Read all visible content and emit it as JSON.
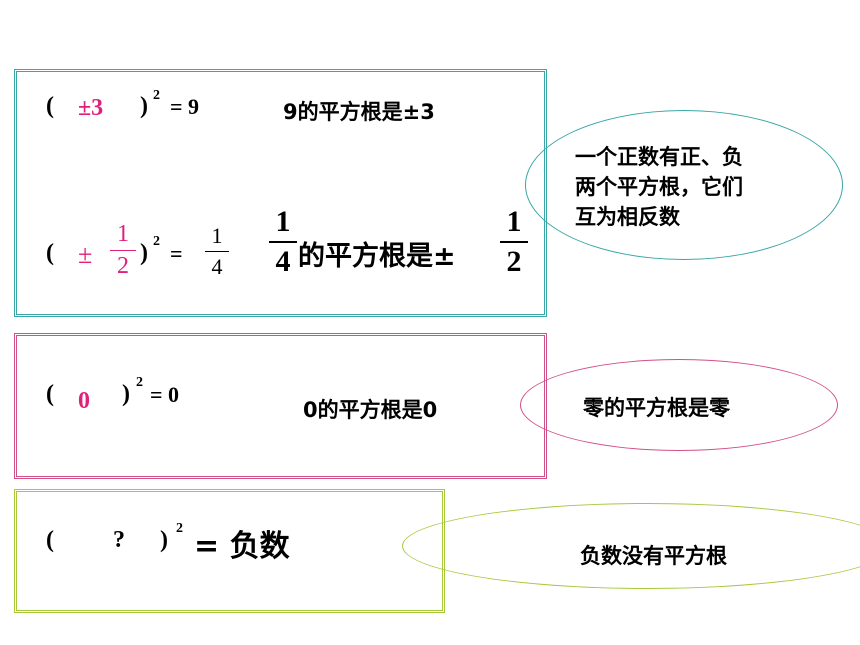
{
  "box1": {
    "row1": {
      "open": "(",
      "answer": "±3",
      "close": ")",
      "exp": "2",
      "eq": "= 9",
      "statement": "9的平方根是±3"
    },
    "row2": {
      "open": "(",
      "pm": "±",
      "ans_num": "1",
      "ans_den": "2",
      "close": ")",
      "exp": "2",
      "eq": "=",
      "res_num": "1",
      "res_den": "4",
      "stmt_num": "1",
      "stmt_den": "4",
      "stmt_text": "的平方根是±",
      "stmt_ans_num": "1",
      "stmt_ans_den": "2"
    }
  },
  "note1": "一个正数有正、负两个平方根，它们互为相反数",
  "note1_lines": [
    "一个正数有正、负",
    "两个平方根，它们",
    "互为相反数"
  ],
  "box2": {
    "open": "(",
    "answer": "0",
    "close": ")",
    "exp": "2",
    "eq": "= 0",
    "statement": "0的平方根是0"
  },
  "note2": "零的平方根是零",
  "box3": {
    "open": "(",
    "answer": "?",
    "close": ")",
    "exp": "2",
    "eq": "= 负数"
  },
  "note3": "负数没有平方根",
  "colors": {
    "box1_border": "#3aa6a6",
    "box2_border": "#d0508a",
    "box3_border": "#a6c83a",
    "note1_border": "#3aa6a6",
    "note2_border": "#d0508a",
    "note3_border": "#a6c83a",
    "answer": "#e0207a"
  }
}
